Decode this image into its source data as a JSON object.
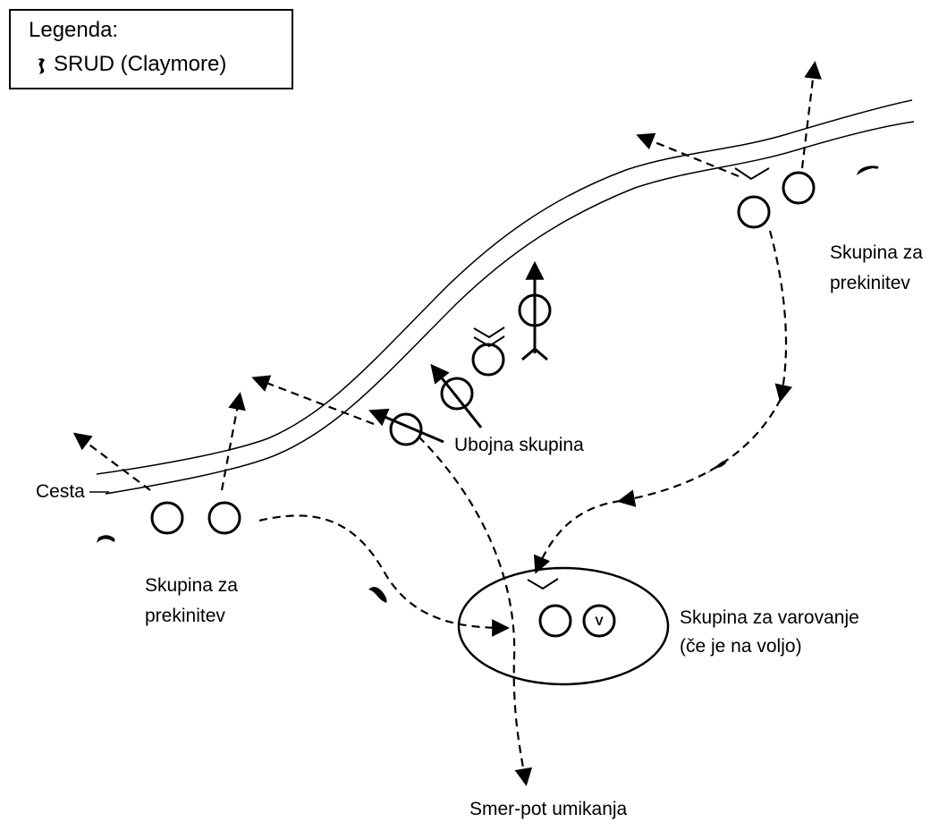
{
  "legend": {
    "title": "Legenda:",
    "item_label": "SRUD (Claymore)",
    "item_icon": "claymore-mine-icon"
  },
  "labels": {
    "road": "Cesta",
    "kill_team": "Ubojna skupina",
    "break_team_right_line1": "Skupina za",
    "break_team_right_line2": "prekinitev",
    "break_team_left_line1": "Skupina za",
    "break_team_left_line2": "prekinitev",
    "security_team_line1": "Skupina za varovanje",
    "security_team_line2": "(če je na voljo)",
    "withdrawal_route": "Smer-pot umikanja",
    "security_member_marker": "V"
  },
  "colors": {
    "line": "#000000",
    "background": "#ffffff"
  }
}
